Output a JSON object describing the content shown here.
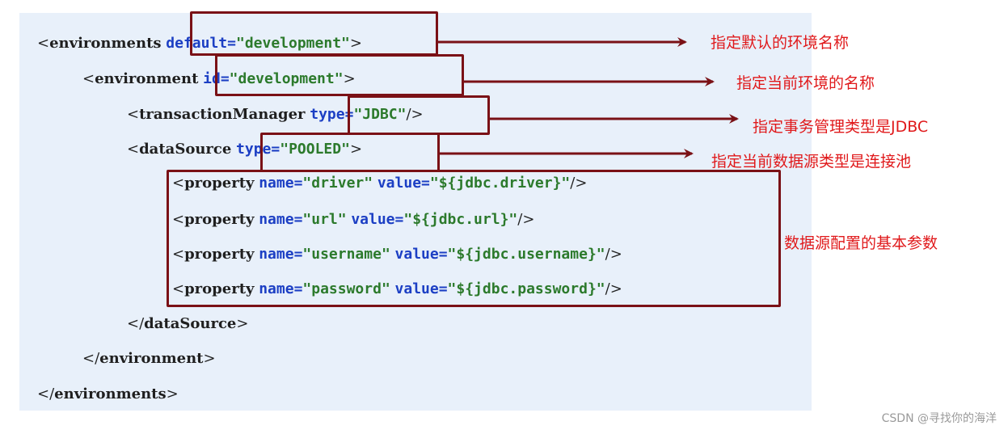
{
  "code": {
    "lines": [
      {
        "indent": 0,
        "open": "<",
        "tag": "environments",
        "attrs": [
          {
            "name": "default",
            "value": "\"development\""
          }
        ],
        "close": ">"
      },
      {
        "indent": 1,
        "open": "<",
        "tag": "environment",
        "attrs": [
          {
            "name": "id",
            "value": "\"development\""
          }
        ],
        "close": ">"
      },
      {
        "indent": 2,
        "open": "<",
        "tag": "transactionManager",
        "attrs": [
          {
            "name": "type",
            "value": "\"JDBC\""
          }
        ],
        "close": "/>"
      },
      {
        "indent": 2,
        "open": "<",
        "tag": "dataSource",
        "attrs": [
          {
            "name": "type",
            "value": "\"POOLED\""
          }
        ],
        "close": ">"
      },
      {
        "indent": 3,
        "open": "<",
        "tag": "property",
        "attrs": [
          {
            "name": "name",
            "value": "\"driver\""
          },
          {
            "name": "value",
            "value": "\"${jdbc.driver}\""
          }
        ],
        "close": "/>"
      },
      {
        "indent": 3,
        "open": "<",
        "tag": "property",
        "attrs": [
          {
            "name": "name",
            "value": "\"url\""
          },
          {
            "name": "value",
            "value": "\"${jdbc.url}\""
          }
        ],
        "close": "/>"
      },
      {
        "indent": 3,
        "open": "<",
        "tag": "property",
        "attrs": [
          {
            "name": "name",
            "value": "\"username\""
          },
          {
            "name": "value",
            "value": "\"${jdbc.username}\""
          }
        ],
        "close": "/>"
      },
      {
        "indent": 3,
        "open": "<",
        "tag": "property",
        "attrs": [
          {
            "name": "name",
            "value": "\"password\""
          },
          {
            "name": "value",
            "value": "\"${jdbc.password}\""
          }
        ],
        "close": "/>"
      },
      {
        "indent": 2,
        "open": "</",
        "tag": "dataSource",
        "attrs": [],
        "close": ">"
      },
      {
        "indent": 1,
        "open": "</",
        "tag": "environment",
        "attrs": [],
        "close": ">"
      },
      {
        "indent": 0,
        "open": "</",
        "tag": "environments",
        "attrs": [],
        "close": ">"
      }
    ]
  },
  "annotations": {
    "default_env": "指定默认的环境名称",
    "current_env_name": "指定当前环境的名称",
    "transaction_type": "指定事务管理类型是JDBC",
    "datasource_type": "指定当前数据源类型是连接池",
    "datasource_props": "数据源配置的基本参数"
  },
  "watermark": "CSDN @寻找你的海洋",
  "colors": {
    "panel_bg": "#e8f0fa",
    "box_border": "#7a1116",
    "annotation_text": "#e0191b",
    "attribute": "#1c3fc4",
    "value": "#2c7a2c"
  }
}
